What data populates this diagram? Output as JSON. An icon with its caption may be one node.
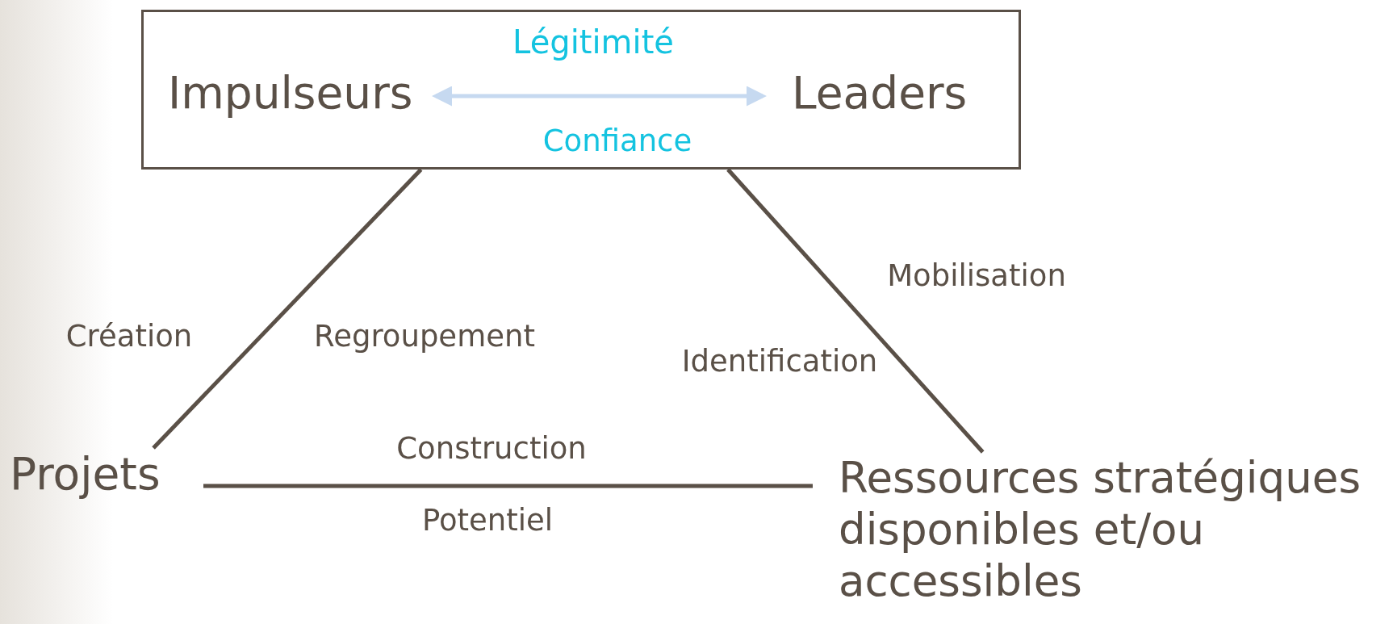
{
  "diagram": {
    "nodes": [
      {
        "text": [],
        "shape": "box"
      },
      {
        "text": [
          "Impulseurs"
        ],
        "in": 0
      },
      {
        "text": [
          "Leaders"
        ],
        "in": 0
      },
      {
        "text": [
          "Projets"
        ]
      },
      {
        "text": [
          "Ressources stratégiques disponibles et/ou accessibles"
        ]
      }
    ],
    "edges": [
      {
        "from": 1,
        "to": 2,
        "arrow": "both",
        "label": "Légitimité",
        "color": "#c6d9f0"
      },
      {
        "from": 0,
        "to": 3,
        "arrow": "none"
      },
      {
        "from": 0,
        "to": 4,
        "arrow": "none"
      },
      {
        "from": 3,
        "to": 4,
        "arrow": "none"
      }
    ],
    "labels": [
      "Confiance",
      "Mobilisation",
      "Création",
      "Regroupement",
      "Identification",
      "Construction",
      "Potentiel"
    ]
  }
}
